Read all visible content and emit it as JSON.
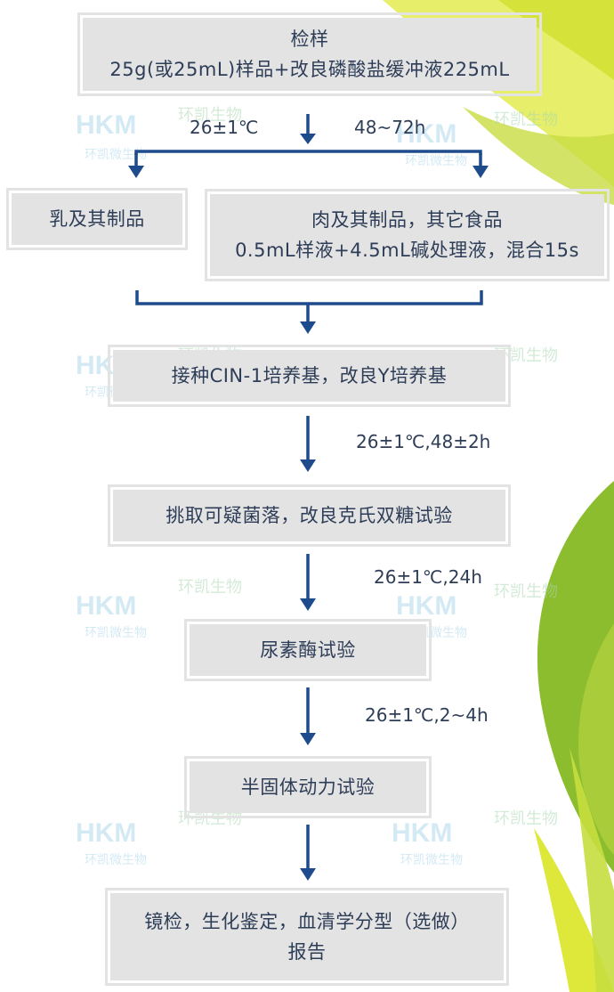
{
  "steps": {
    "sample": {
      "line1": "检样",
      "line2": "25g(或25mL)样品+改良磷酸盐缓冲液225mL"
    },
    "cond1": {
      "temp": "26±1℃",
      "time": "48~72h"
    },
    "dairy": {
      "label": "乳及其制品"
    },
    "meat": {
      "line1": "肉及其制品，其它食品",
      "line2": "0.5mL样液+4.5mL碱处理液，混合15s"
    },
    "inoculate": {
      "label": "接种CIN-1培养基，改良Y培养基"
    },
    "cond2": {
      "label": "26±1℃,48±2h"
    },
    "pick": {
      "label": "挑取可疑菌落，改良克氏双糖试验"
    },
    "cond3": {
      "label": "26±1℃,24h"
    },
    "urease": {
      "label": "尿素酶试验"
    },
    "cond4": {
      "label": "26±1℃,2~4h"
    },
    "motility": {
      "label": "半固体动力试验"
    },
    "final": {
      "line1": "镜检，生化鉴定，血清学分型（选做）",
      "line2": "报告"
    }
  },
  "watermark": {
    "text1": "HKM",
    "text2": "环凯微生物",
    "text3": "环凯生物"
  },
  "colors": {
    "arrow": "#1e4b8c",
    "box": "#e3e3e3",
    "text": "#2e3d57",
    "leaf_yellow": "#dde83a",
    "leaf_green": "#8fc03a"
  }
}
